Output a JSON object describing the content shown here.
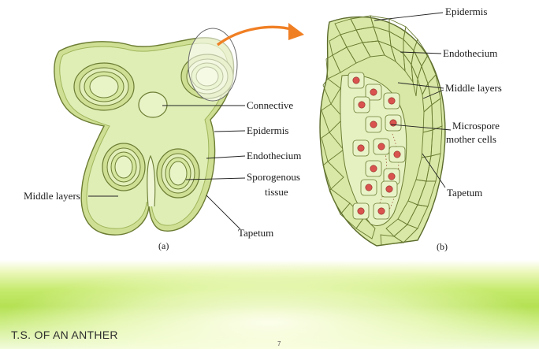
{
  "panel_a": {
    "labels": {
      "connective": "Connective",
      "epidermis": "Epidermis",
      "endothecium": "Endothecium",
      "sporogenous_line1": "Sporogenous",
      "sporogenous_line2": "tissue",
      "middle_layers": "Middle layers",
      "tapetum": "Tapetum"
    },
    "caption": "(a)"
  },
  "panel_b": {
    "labels": {
      "epidermis": "Epidermis",
      "endothecium": "Endothecium",
      "middle_layers": "Middle layers",
      "microspore_line1": "Microspore",
      "microspore_line2": "mother cells",
      "tapetum": "Tapetum"
    },
    "caption": "(b)"
  },
  "colors": {
    "tissue_fill": "#d9e8a6",
    "tissue_dark": "#9bbf53",
    "outline": "#5b6b2c",
    "cell_nucleus": "#d9534f",
    "arrow": "#f07f24",
    "footer_green": "#b5e154"
  },
  "footer": {
    "title": "T.S. OF AN ANTHER",
    "page_number": "7"
  }
}
